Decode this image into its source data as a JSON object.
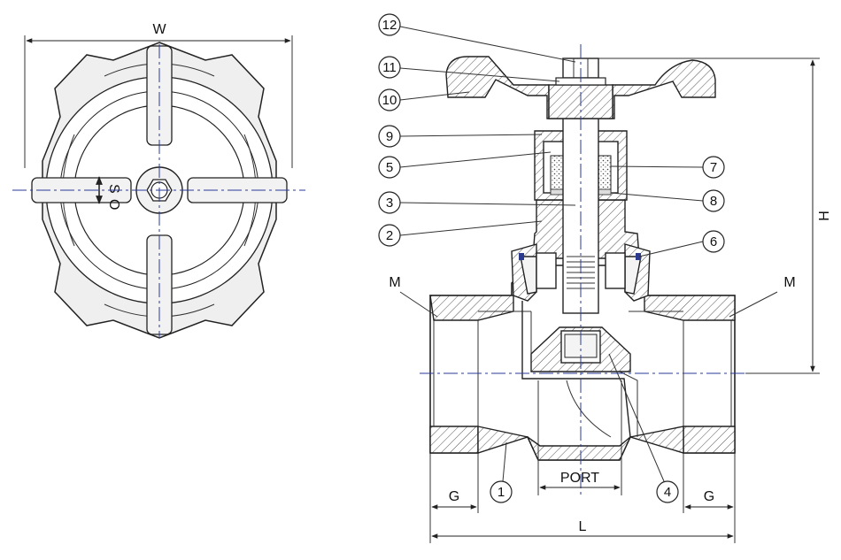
{
  "top_view": {
    "dimension_w": "W",
    "rotation_labels": [
      "S",
      "O"
    ]
  },
  "section_view": {
    "dimension_h": "H",
    "dimension_l": "L",
    "dimension_g": "G",
    "port_label": "PORT",
    "thread_label": "M",
    "balloons": [
      "1",
      "2",
      "3",
      "4",
      "5",
      "6",
      "7",
      "8",
      "9",
      "10",
      "11",
      "12"
    ]
  },
  "colors": {
    "outline": "#222222",
    "centerline": "#2a3a9a",
    "hatch": "#555555",
    "seal": "#2b3a8f"
  }
}
